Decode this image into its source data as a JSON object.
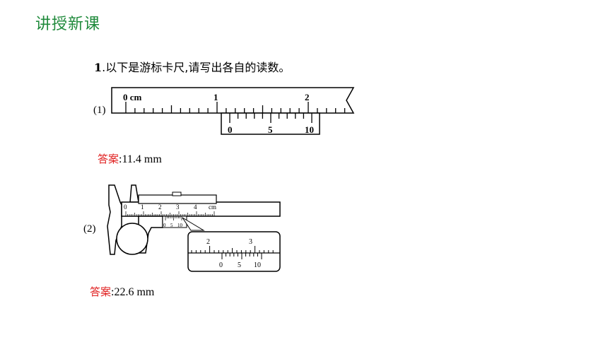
{
  "header": {
    "title": "讲授新课"
  },
  "question": {
    "number": "1",
    "text": ".以下是游标卡尺,请写出各自的读数。"
  },
  "part1": {
    "label": "(1)",
    "main_scale_labels": [
      "0 cm",
      "1",
      "2"
    ],
    "vernier_labels": [
      "0",
      "5",
      "10"
    ],
    "answer_label": "答案",
    "answer_value": ":11.4 mm"
  },
  "part2": {
    "label": "(2)",
    "main_scale_labels": [
      "0",
      "1",
      "2",
      "3",
      "4",
      "cm"
    ],
    "vernier_labels": [
      "0",
      "5",
      "10"
    ],
    "zoom_main_labels": [
      "2",
      "3"
    ],
    "zoom_vernier_labels": [
      "0",
      "5",
      "10"
    ],
    "answer_label": "答案",
    "answer_value": ":22.6 mm"
  }
}
